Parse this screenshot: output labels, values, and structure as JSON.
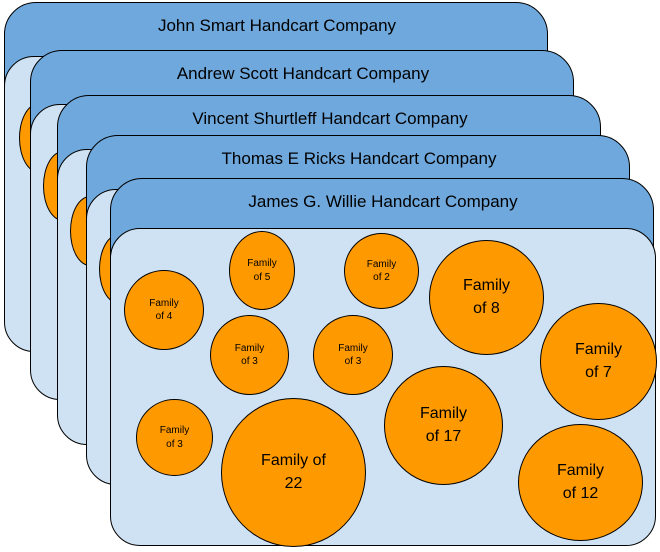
{
  "companies": [
    {
      "name": "John Smart Handcart Company"
    },
    {
      "name": "Andrew Scott Handcart Company"
    },
    {
      "name": "Vincent Shurtleff Handcart Company"
    },
    {
      "name": "Thomas E Ricks Handcart Company"
    },
    {
      "name": "James G. Willie Handcart Company"
    }
  ],
  "families": [
    {
      "label": "Family\nof 5"
    },
    {
      "label": "Family\nof 2"
    },
    {
      "label": "Family\nof 8"
    },
    {
      "label": "Family\nof 4"
    },
    {
      "label": "Family\nof 3"
    },
    {
      "label": "Family\nof 3"
    },
    {
      "label": "Family\nof 7"
    },
    {
      "label": "Family\nof 17"
    },
    {
      "label": "Family\nof 3"
    },
    {
      "label": "Family of\n22"
    },
    {
      "label": "Family\nof 12"
    }
  ],
  "colors": {
    "header": "#6fa8dc",
    "body": "#cfe2f3",
    "family": "#ff9900"
  }
}
